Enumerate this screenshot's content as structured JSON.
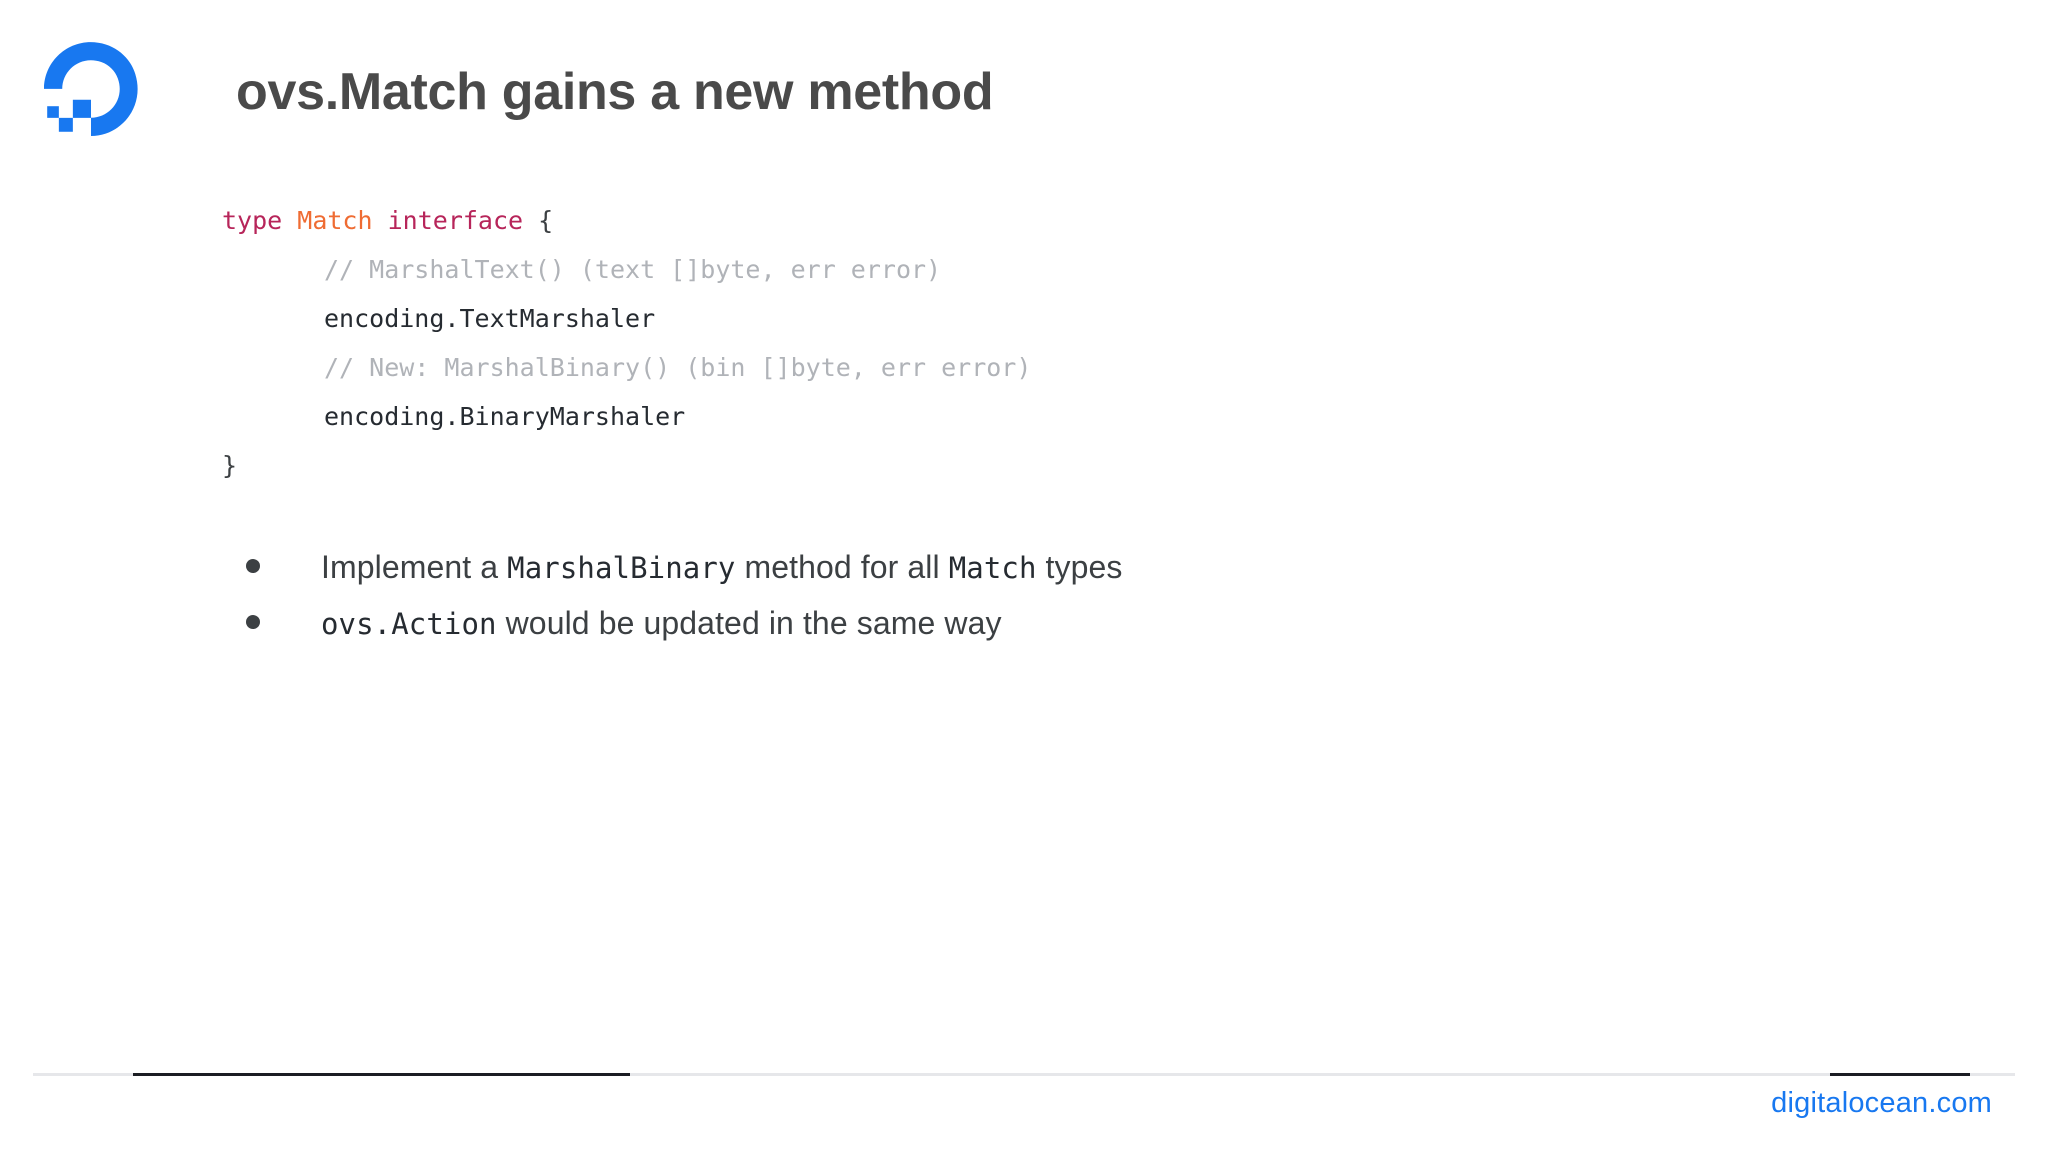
{
  "slide": {
    "title": "ovs.Match gains a new method",
    "logo": {
      "icon_name": "digitalocean-logo",
      "color": "#1878f0"
    },
    "code": {
      "language": "go",
      "lines": [
        {
          "indent": 0,
          "tokens": [
            {
              "kind": "keyword",
              "text": "type"
            },
            {
              "kind": "plain",
              "text": " "
            },
            {
              "kind": "type",
              "text": "Match"
            },
            {
              "kind": "plain",
              "text": " "
            },
            {
              "kind": "keyword",
              "text": "interface"
            },
            {
              "kind": "plain",
              "text": " "
            },
            {
              "kind": "punct",
              "text": "{"
            }
          ]
        },
        {
          "indent": 1,
          "tokens": [
            {
              "kind": "comment",
              "text": "// MarshalText() (text []byte, err error)"
            }
          ]
        },
        {
          "indent": 1,
          "tokens": [
            {
              "kind": "plain",
              "text": "encoding.TextMarshaler"
            }
          ]
        },
        {
          "indent": 1,
          "tokens": [
            {
              "kind": "comment",
              "text": "// New: MarshalBinary() (bin []byte, err error)"
            }
          ]
        },
        {
          "indent": 1,
          "tokens": [
            {
              "kind": "plain",
              "text": "encoding.BinaryMarshaler"
            }
          ]
        },
        {
          "indent": 0,
          "tokens": [
            {
              "kind": "punct",
              "text": "}"
            }
          ]
        }
      ]
    },
    "bullets": [
      {
        "parts": [
          {
            "kind": "text",
            "text": "Implement a "
          },
          {
            "kind": "code",
            "text": "MarshalBinary"
          },
          {
            "kind": "text",
            "text": " method for all "
          },
          {
            "kind": "code",
            "text": "Match"
          },
          {
            "kind": "text",
            "text": " types"
          }
        ]
      },
      {
        "parts": [
          {
            "kind": "code",
            "text": "ovs.Action"
          },
          {
            "kind": "text",
            "text": " would be updated in the same way"
          }
        ]
      }
    ],
    "footer": {
      "url": "digitalocean.com",
      "url_color": "#1878f0",
      "progress_track_color": "#e6e7ea",
      "progress_segments": [
        {
          "start_pct": 5.0,
          "width_pct": 25.1
        },
        {
          "start_pct": 90.7,
          "width_pct": 7.1
        }
      ]
    }
  }
}
